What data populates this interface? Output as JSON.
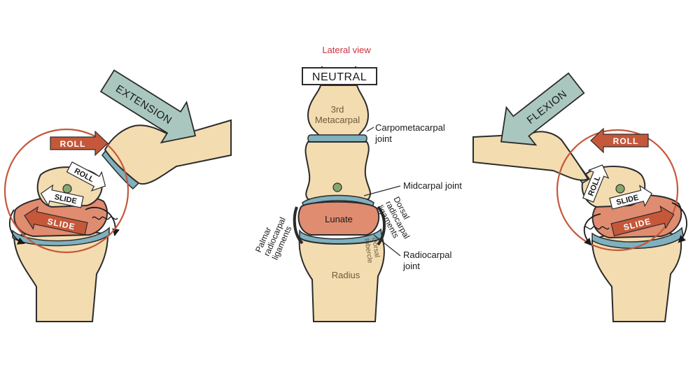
{
  "title": "Lateral view",
  "neutral": "NEUTRAL",
  "extension": "EXTENSION",
  "flexion": "FLEXION",
  "metacarpal_line1": "3rd",
  "metacarpal_line2": "Metacarpal",
  "lunate": "Lunate",
  "radius": "Radius",
  "roll": "ROLL",
  "slide": "SLIDE",
  "carpometacarpal_line1": "Carpometacarpal",
  "carpometacarpal_line2": "joint",
  "midcarpal": "Midcarpal joint",
  "radiocarpal_line1": "Radiocarpal",
  "radiocarpal_line2": "joint",
  "dorsal_line1": "Dorsal",
  "dorsal_line2": "radiocarpal",
  "dorsal_line3": "ligaments",
  "palmar_line1": "Palmar",
  "palmar_line2": "radiocarpal",
  "palmar_line3": "ligaments",
  "dorsal_tubercle_line1": "Dorsal",
  "dorsal_tubercle_line2": "tubercle",
  "colors": {
    "bone": "#f3dcb0",
    "outline": "#2b2b2b",
    "cartilage": "#7fb0be",
    "lunate": "#e08c70",
    "roll_arrow": "#c5583a",
    "big_arrow": "#a9c7be",
    "title_red": "#c8323c"
  }
}
